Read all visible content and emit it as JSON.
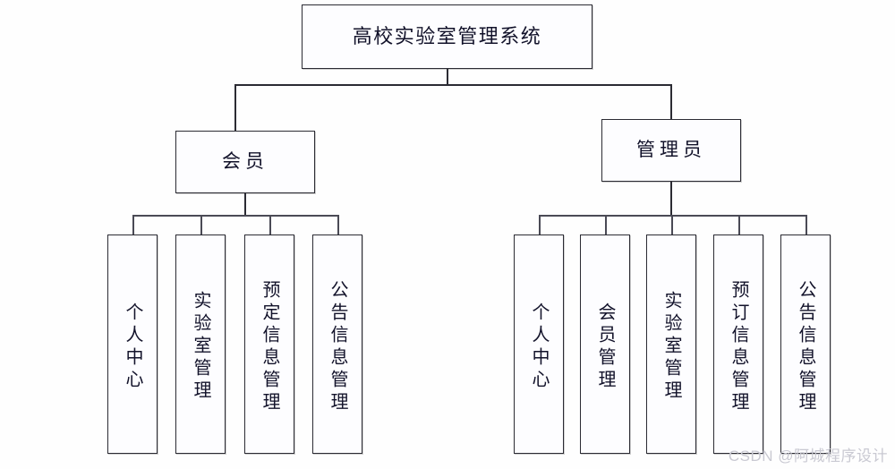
{
  "diagram": {
    "type": "organization-tree",
    "title": "高校实验室管理系统",
    "root": {
      "label": "高校实验室管理系统"
    },
    "branches": [
      {
        "id": "member",
        "label": "会员",
        "children": [
          {
            "label": "个人中心"
          },
          {
            "label": "实验室管理"
          },
          {
            "label": "预定信息管理"
          },
          {
            "label": "公告信息管理"
          }
        ]
      },
      {
        "id": "admin",
        "label": "管理员",
        "children": [
          {
            "label": "个人中心"
          },
          {
            "label": "会员管理"
          },
          {
            "label": "实验室管理"
          },
          {
            "label": "预订信息管理"
          },
          {
            "label": "公告信息管理"
          }
        ]
      }
    ]
  },
  "watermark": {
    "text": "CSDN @阿城程序设计"
  },
  "colors": {
    "line": "#2b2b33",
    "box_fill": "#fdfdff",
    "text": "#12122a",
    "watermark": "#c9c9d2",
    "background": "#fefefe"
  }
}
